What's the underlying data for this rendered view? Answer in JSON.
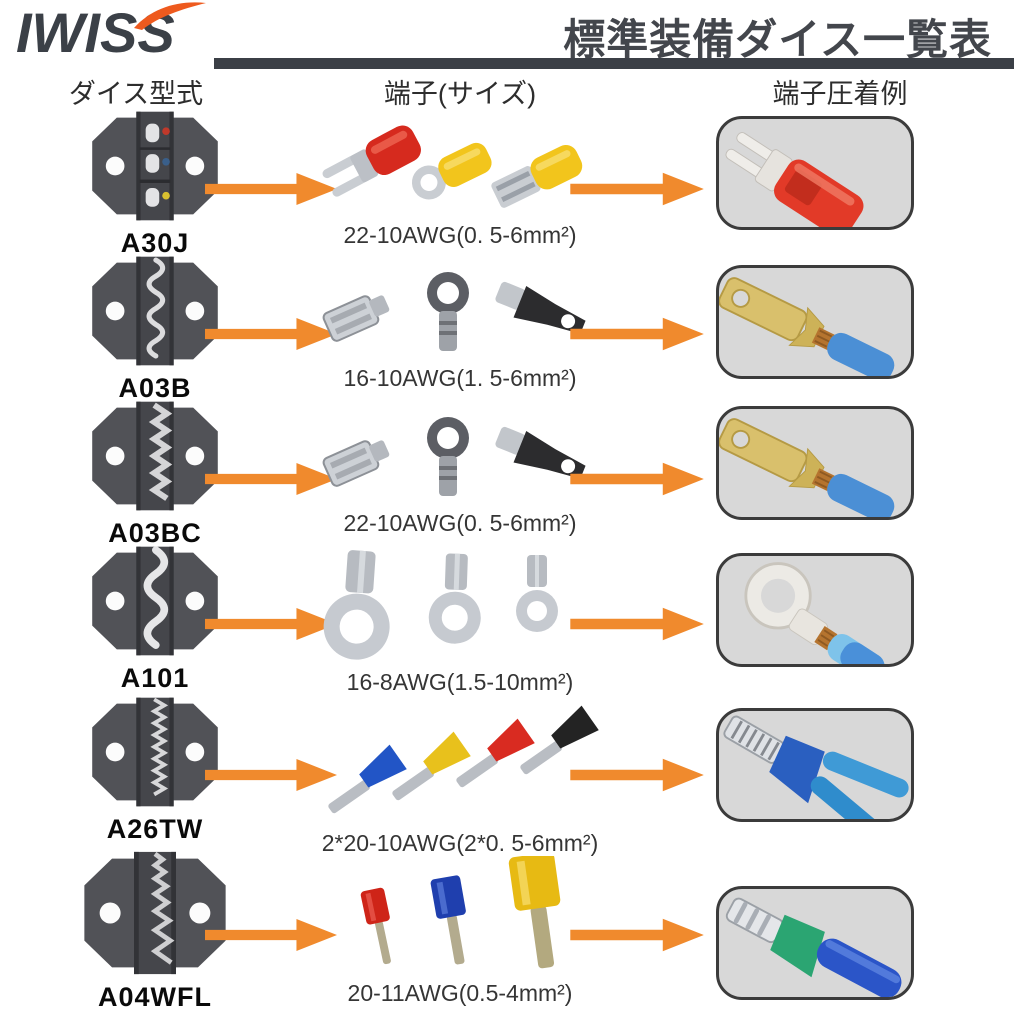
{
  "header": {
    "logo": "IWISS",
    "title": "標準装備ダイス一覧表"
  },
  "columns": {
    "die_model": "ダイス型式",
    "terminal_size": "端子(サイズ)",
    "crimp_example": "端子圧着例"
  },
  "rows": [
    {
      "die_model": "A30J",
      "terminal_size": "22-10AWG(0. 5-6mm²)",
      "die_image": "a30j-crimping-die-photo",
      "terminal_image": "insulated red fork, yellow ring and yellow disconnect terminals",
      "example_image": "crimped red insulated fork terminal"
    },
    {
      "die_model": "A03B",
      "terminal_size": "16-10AWG(1. 5-6mm²)",
      "die_image": "a03b-crimping-die-photo",
      "terminal_image": "non-insulated female disconnect, ring and male tab terminals",
      "example_image": "brass male tab terminal crimped on blue wire"
    },
    {
      "die_model": "A03BC",
      "terminal_size": "22-10AWG(0. 5-6mm²)",
      "die_image": "a03bc-crimping-die-photo",
      "terminal_image": "non-insulated female disconnect, ring and male tab terminals",
      "example_image": "brass male tab terminal crimped on blue wire"
    },
    {
      "die_model": "A101",
      "terminal_size": "16-8AWG(1.5-10mm²)",
      "die_image": "a101-crimping-die-photo",
      "terminal_image": "three bare ring terminals of different sizes",
      "example_image": "bare ring terminal crimped on blue wire"
    },
    {
      "die_model": "A26TW",
      "terminal_size": "2*20-10AWG(2*0. 5-6mm²)",
      "die_image": "a26tw-crimping-die-photo",
      "terminal_image": "twin wire ferrules in blue, yellow, red and black",
      "example_image": "blue twin ferrule crimped on two blue wires"
    },
    {
      "die_model": "A04WFL",
      "terminal_size": "20-11AWG(0.5-4mm²)",
      "die_image": "a04wfl-crimping-die-photo",
      "terminal_image": "single wire ferrules in red, blue and yellow",
      "example_image": "green ferrule crimped on blue wire"
    }
  ],
  "icons": {
    "flow_arrow": "orange-block-arrow-right",
    "logo_swoosh": "orange-swoosh"
  },
  "colors": {
    "accent_orange": "#F08A2D",
    "logo_dark": "#3B4047",
    "title_dark": "#43464C",
    "header_bar": "#3B3F46",
    "die_metal": "#515257",
    "example_bg": "#D8D8D8",
    "example_border": "#3B3B3B"
  }
}
